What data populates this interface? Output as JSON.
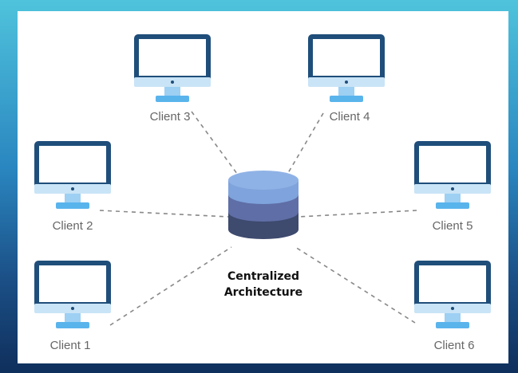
{
  "colors": {
    "monitor_frame": "#1f4e7a",
    "monitor_screen": "#ffffff",
    "monitor_stand": "#5ab4ec",
    "monitor_bezel": "#c9e4f6",
    "db_top": "#7fa3dc",
    "db_middle": "#5f6ea6",
    "db_bottom": "#3e4a6e",
    "connector": "#888888"
  },
  "clients": [
    {
      "id": "client-1",
      "label": "Client 1"
    },
    {
      "id": "client-2",
      "label": "Client 2"
    },
    {
      "id": "client-3",
      "label": "Client 3"
    },
    {
      "id": "client-4",
      "label": "Client 4"
    },
    {
      "id": "client-5",
      "label": "Client 5"
    },
    {
      "id": "client-6",
      "label": "Client 6"
    }
  ],
  "center": {
    "icon": "database-icon",
    "label_line1": "Centralized",
    "label_line2": "Architecture"
  }
}
